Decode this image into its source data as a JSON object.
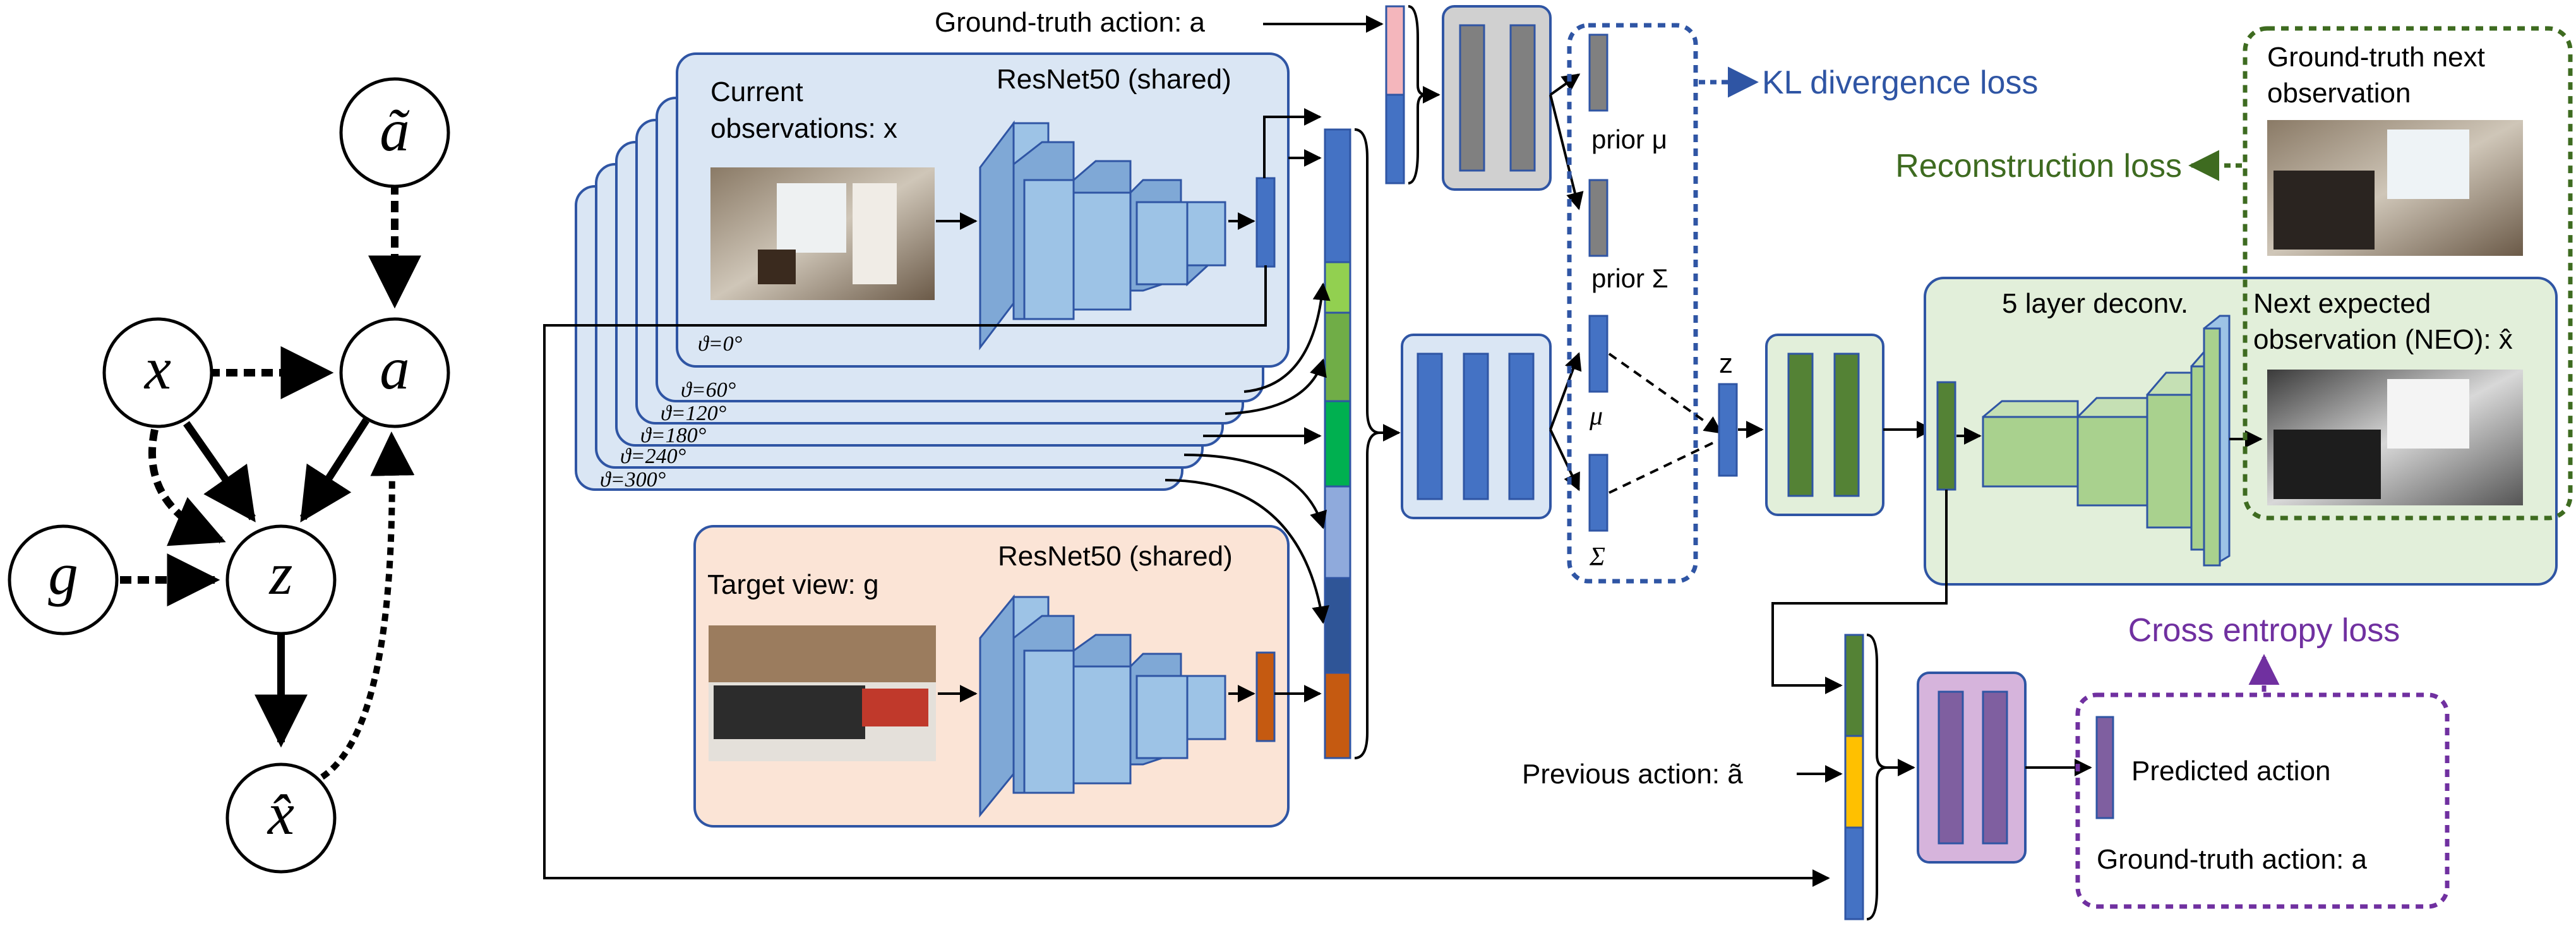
{
  "graph": {
    "nodes": {
      "a_tilde": "ã",
      "x": "x",
      "a": "a",
      "g": "g",
      "z": "z",
      "x_hat": "x̂"
    }
  },
  "labels": {
    "current_obs": "Current",
    "current_obs2": "observations: x",
    "resnet_top": "ResNet50 (shared)",
    "resnet_bottom": "ResNet50 (shared)",
    "target_view": "Target view: g",
    "angles": [
      "ϑ=0°",
      "ϑ=60°",
      "ϑ=120°",
      "ϑ=180°",
      "ϑ=240°",
      "ϑ=300°"
    ],
    "gt_action_top": "Ground-truth action: a",
    "prior_mu": "prior μ",
    "prior_sigma": "prior Σ",
    "mu": "μ",
    "sigma": "Σ",
    "kl_loss": "KL divergence loss",
    "z": "z",
    "recon_loss": "Reconstruction loss",
    "gt_next1": "Ground-truth next",
    "gt_next2": "observation",
    "deconv": "5 layer deconv.",
    "neo1": "Next expected",
    "neo2": "observation (NEO): x̂",
    "ce_loss": "Cross entropy loss",
    "prev_action": "Previous action: ã",
    "pred_action": "Predicted action",
    "gt_action_bottom": "Ground-truth action: a"
  },
  "colors": {
    "blue_panel": "#dae6f4",
    "orange_panel": "#fbe4d6",
    "green_panel": "#e2efda",
    "purple_box": "#d6b4dc",
    "blue_block": "#4472c4",
    "green_block": "#548235",
    "purple_block": "#7f5fa0",
    "kl_color": "#2f55a4",
    "recon_color": "#3e6b20",
    "ce_color": "#7030a0"
  }
}
